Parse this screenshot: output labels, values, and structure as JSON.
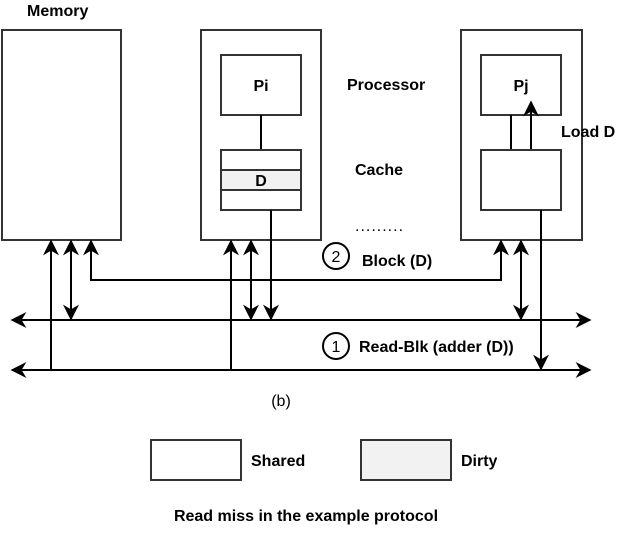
{
  "labels": {
    "memory": "Memory",
    "processor": "Processor",
    "cache": "Cache",
    "pi": "Pi",
    "pj": "Pj",
    "cache_block": "D",
    "load": "Load D",
    "ellipsis": ".........",
    "step2_num": "2",
    "step2_text": "Block (D)",
    "step1_num": "1",
    "step1_text": "Read-Blk (adder (D))",
    "subfig": "(b)",
    "legend_shared": "Shared",
    "legend_dirty": "Dirty",
    "caption": "Read miss in the example protocol"
  },
  "colors": {
    "shared": "#ffffff",
    "dirty": "#f2f2f2",
    "stroke": "#333333"
  }
}
